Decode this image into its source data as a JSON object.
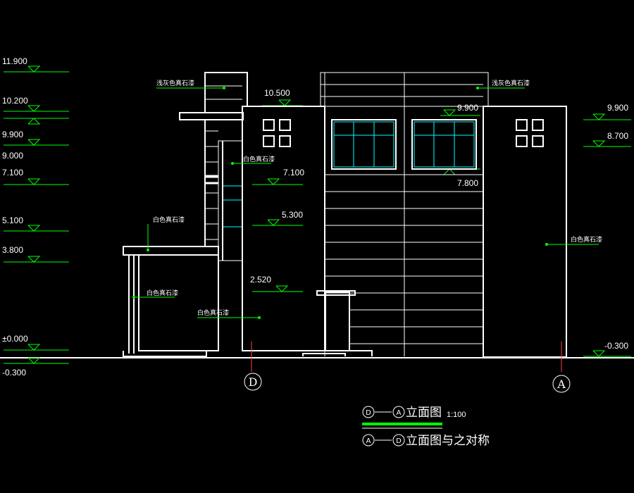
{
  "colors": {
    "background": "#000000",
    "lines": "#ffffff",
    "dims": "#00ff00",
    "windows": "#00ffff"
  },
  "left_levels": [
    "11.900",
    "10.200",
    "9.900",
    "9.000",
    "7.100",
    "5.100",
    "3.800",
    "±0.000",
    "-0.300"
  ],
  "right_levels": [
    "9.900",
    "8.700",
    "-0.300"
  ],
  "inner_levels": [
    "10.500",
    "9.900",
    "7.800",
    "7.100",
    "5.300",
    "2.520"
  ],
  "notes": {
    "light_gray_left": "浅灰色真石漆",
    "light_gray_right": "浅灰色真石漆",
    "white_mid": "白色真石漆",
    "white_left_upper": "白色真石漆",
    "white_left_lower": "白色真石漆",
    "white_bottom": "白色真石漆",
    "white_right": "白色真石漆"
  },
  "axes": [
    "D",
    "A"
  ],
  "title": {
    "main": "立面图",
    "scale": "1:100",
    "secondary": "立面图与之对称",
    "main_from": "D",
    "main_to": "A",
    "secondary_from": "A",
    "secondary_to": "D"
  }
}
